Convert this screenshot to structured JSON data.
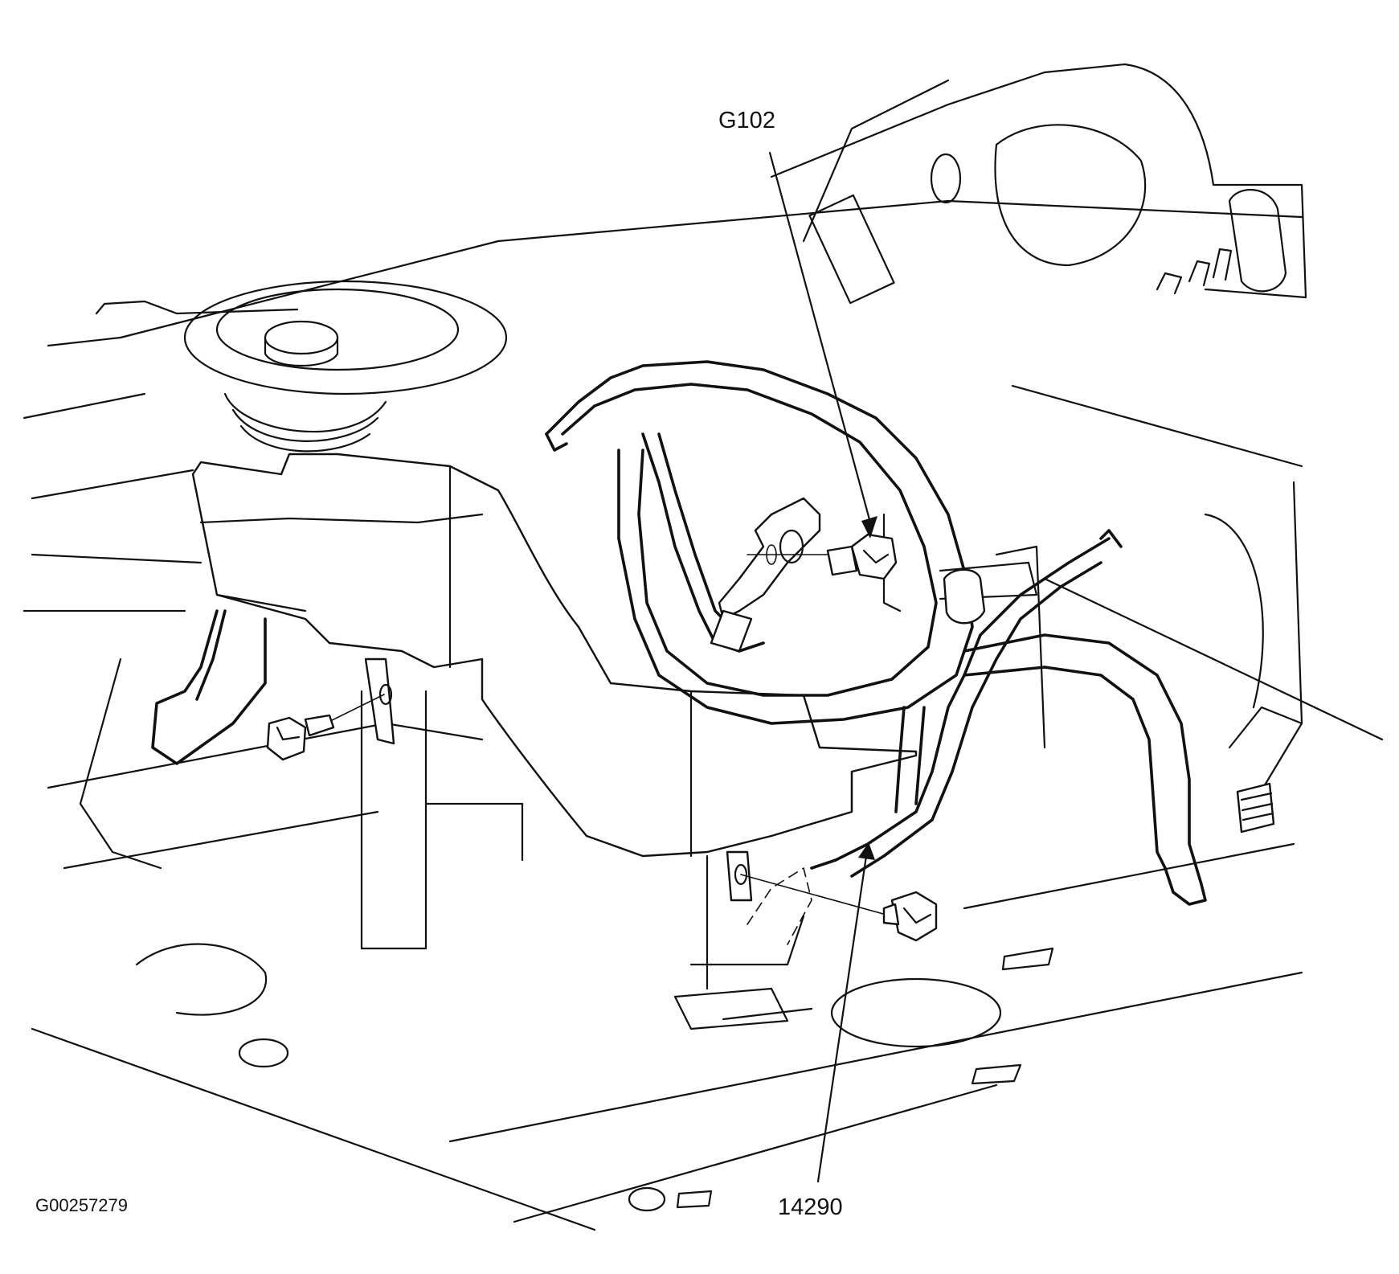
{
  "labels": {
    "ground": "G102",
    "harness": "14290",
    "figure_id": "G00257279"
  },
  "colors": {
    "line": "#111111",
    "background": "#ffffff"
  }
}
